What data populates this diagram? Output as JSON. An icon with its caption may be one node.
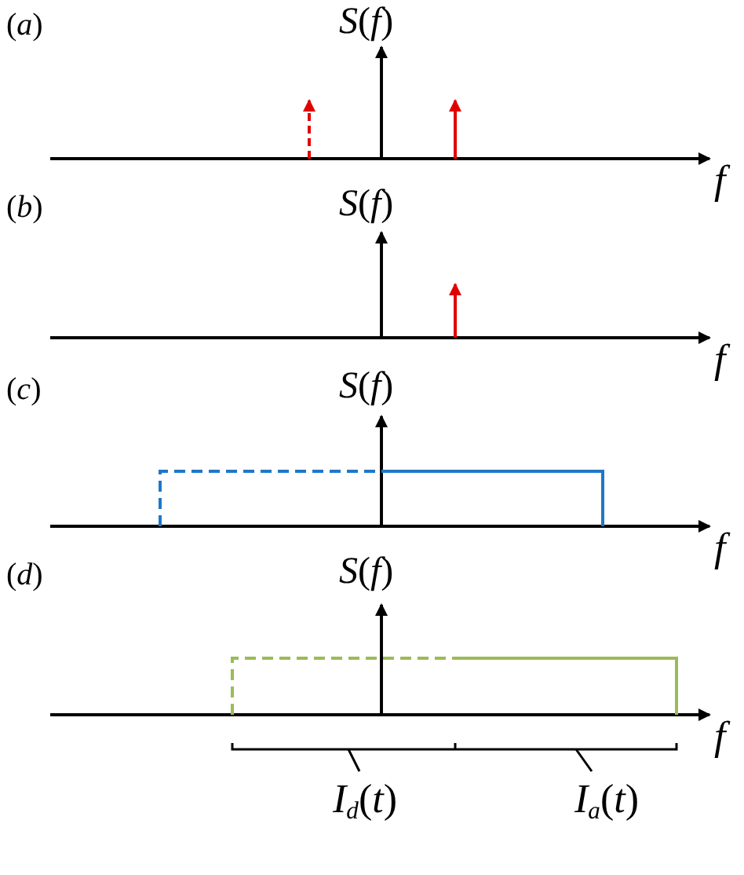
{
  "diagram": {
    "labels": [
      "(*a*)",
      "*S*(*f*)",
      "*f*",
      "(*b*)",
      "*S*(*f*)",
      "*f*",
      "(*c*)",
      "*S*(*f*)",
      "*f*",
      "(*d*)",
      "*S*(*f*)",
      "*f*",
      "*I*$_{d}$(*t*)",
      "*I*$_{a}$(*t*)"
    ]
  }
}
